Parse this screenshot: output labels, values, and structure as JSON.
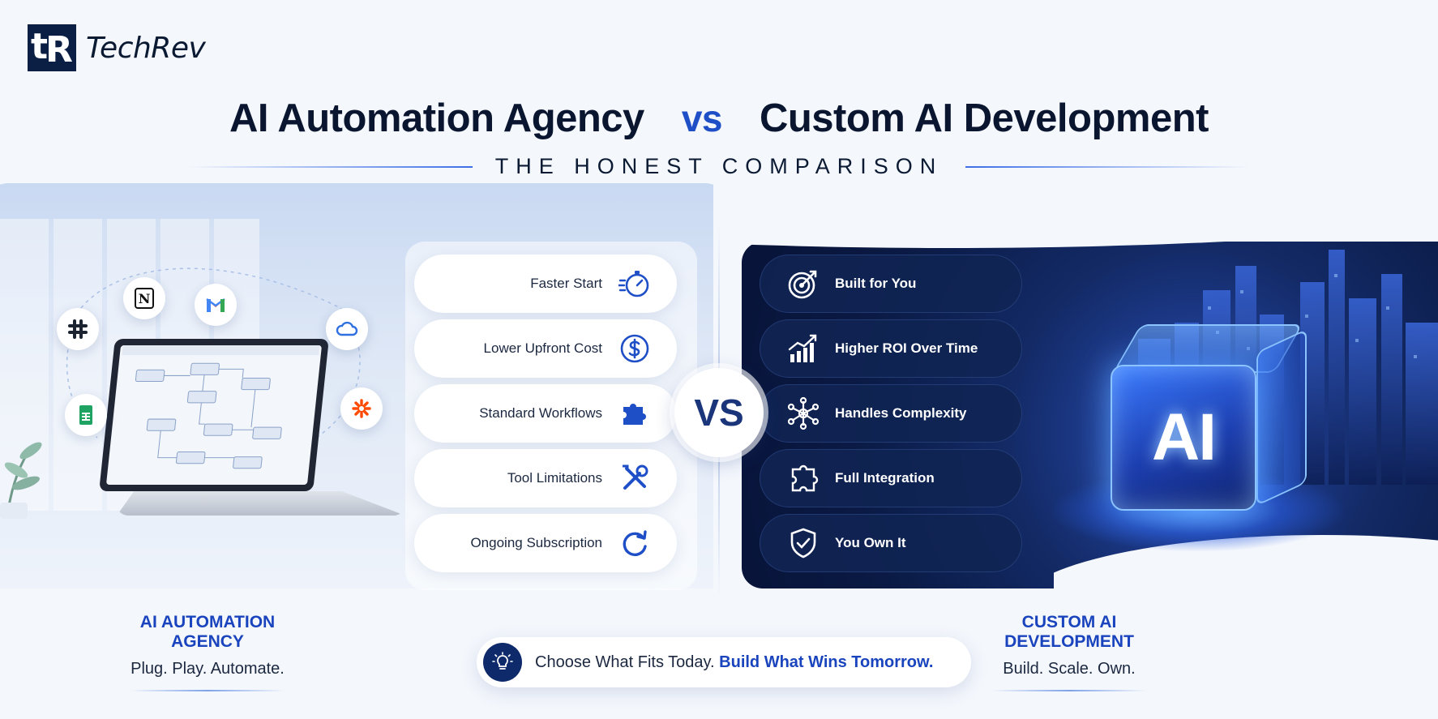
{
  "brand": {
    "name": "TechRev",
    "mark": [
      "t",
      "R"
    ]
  },
  "header": {
    "left_title": "AI Automation Agency",
    "vs": "vs",
    "right_title": "Custom AI Development",
    "subtitle": "THE HONEST COMPARISON"
  },
  "left_cards": [
    {
      "label": "Faster Start",
      "icon": "stopwatch-icon"
    },
    {
      "label": "Lower Upfront Cost",
      "icon": "dollar-icon"
    },
    {
      "label": "Standard Workflows",
      "icon": "puzzle-icon"
    },
    {
      "label": "Tool Limitations",
      "icon": "tools-icon"
    },
    {
      "label": "Ongoing Subscription",
      "icon": "refresh-icon"
    }
  ],
  "center_badge": "VS",
  "right_cards": [
    {
      "label": "Built for You",
      "icon": "target-icon"
    },
    {
      "label": "Higher ROI Over Time",
      "icon": "growth-chart-icon"
    },
    {
      "label": "Handles Complexity",
      "icon": "network-icon"
    },
    {
      "label": "Full Integration",
      "icon": "integration-icon"
    },
    {
      "label": "You Own It",
      "icon": "shield-icon"
    }
  ],
  "cube_label": "AI",
  "app_icons": [
    "slack-icon",
    "notion-icon",
    "gmail-icon",
    "cloud-icon",
    "sheets-icon",
    "zapier-icon"
  ],
  "notion_letter": "N",
  "footer": {
    "left_title": "AI AUTOMATION AGENCY",
    "left_tagline": "Plug. Play. Automate.",
    "right_title": "CUSTOM AI DEVELOPMENT",
    "right_tagline": "Build. Scale. Own.",
    "cta_plain": "Choose What Fits Today.",
    "cta_bold": "Build What Wins Tomorrow."
  },
  "colors": {
    "navy": "#0b1f45",
    "accent_blue": "#1a44bd",
    "right_panel": "#0a1a44",
    "zapier_orange": "#ff4a00",
    "sheets_green": "#1ea362"
  }
}
